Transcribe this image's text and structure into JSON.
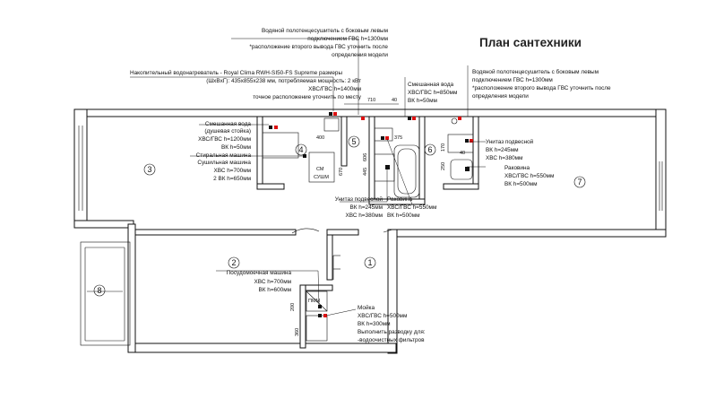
{
  "title": "План сантехники",
  "notes": {
    "towel_top": [
      "Водяной полотенцесушитель с боковым левым",
      "подключением ГВС h=1300мм",
      "*расположение второго вывода ГВС уточнить после",
      "определения модели"
    ],
    "heater": [
      "Накопительный водонагреватель - Royal Clima RWH-SI50-FS Supreme размеры",
      "(ШxВxГ): 435x855x238 мм, потребляемая мощность: 2 кВт",
      "ХВС/ГВС h=1400мм",
      "точное расположение уточнить по месту"
    ],
    "mixer_top": [
      "Смешанная вода",
      "ХВС/ГВС h=850мм",
      "ВК h=50мм"
    ],
    "towel_right": [
      "Водяной полотенцесушитель с боковым левым",
      "подключением ГВС h=1300мм",
      "*расположение второго вывода ГВС уточнить после",
      "определения модели"
    ],
    "shower": [
      "Смешанная вода",
      "(душевая стойка)",
      "ХВС/ГВС h=1200мм",
      "ВК h=50мм"
    ],
    "washer": [
      "Стиральная машина",
      "Сушильная машина",
      "ХВС h=700мм",
      "2 ВК h=650мм"
    ],
    "toilet_mid": [
      "Унитаз подвесной",
      "ВК h=245мм",
      "ХВС h=380мм"
    ],
    "sink_mid": [
      "Раковина",
      "ХВС/ГВС h=550мм",
      "ВК h=500мм"
    ],
    "toilet_right": [
      "Унитаз подвесной",
      "ВК h=245мм",
      "ХВС h=380мм"
    ],
    "sink_right": [
      "Раковина",
      "ХВС/ГВС h=550мм",
      "ВК h=500мм"
    ],
    "dishwasher": [
      "Посудомоечная машина",
      "ХВС h=700мм",
      "ВК h=600мм"
    ],
    "kitchen_sink": [
      "Мойка",
      "ХВС/ГВС h=500мм",
      "ВК h=300мм",
      "Выполнить разводку для:",
      "-водоочистных фильтров"
    ]
  },
  "dimensions": {
    "d710": "710",
    "d40a": "40",
    "d400": "400",
    "d375": "375",
    "d670": "670",
    "d40b": "40",
    "d200": "200",
    "d360": "360",
    "d606": "606",
    "d445": "445",
    "d170": "170",
    "d250": "250"
  },
  "rooms": [
    "1",
    "2",
    "3",
    "4",
    "5",
    "6",
    "7",
    "8"
  ],
  "appliances": {
    "washer": "СМ",
    "dryer": "СУШМ",
    "dishwasher": "ПММ"
  },
  "colors": {
    "hot_pipe": "#dd1111",
    "cold_pipe": "#111111",
    "wall_line": "#111111"
  }
}
